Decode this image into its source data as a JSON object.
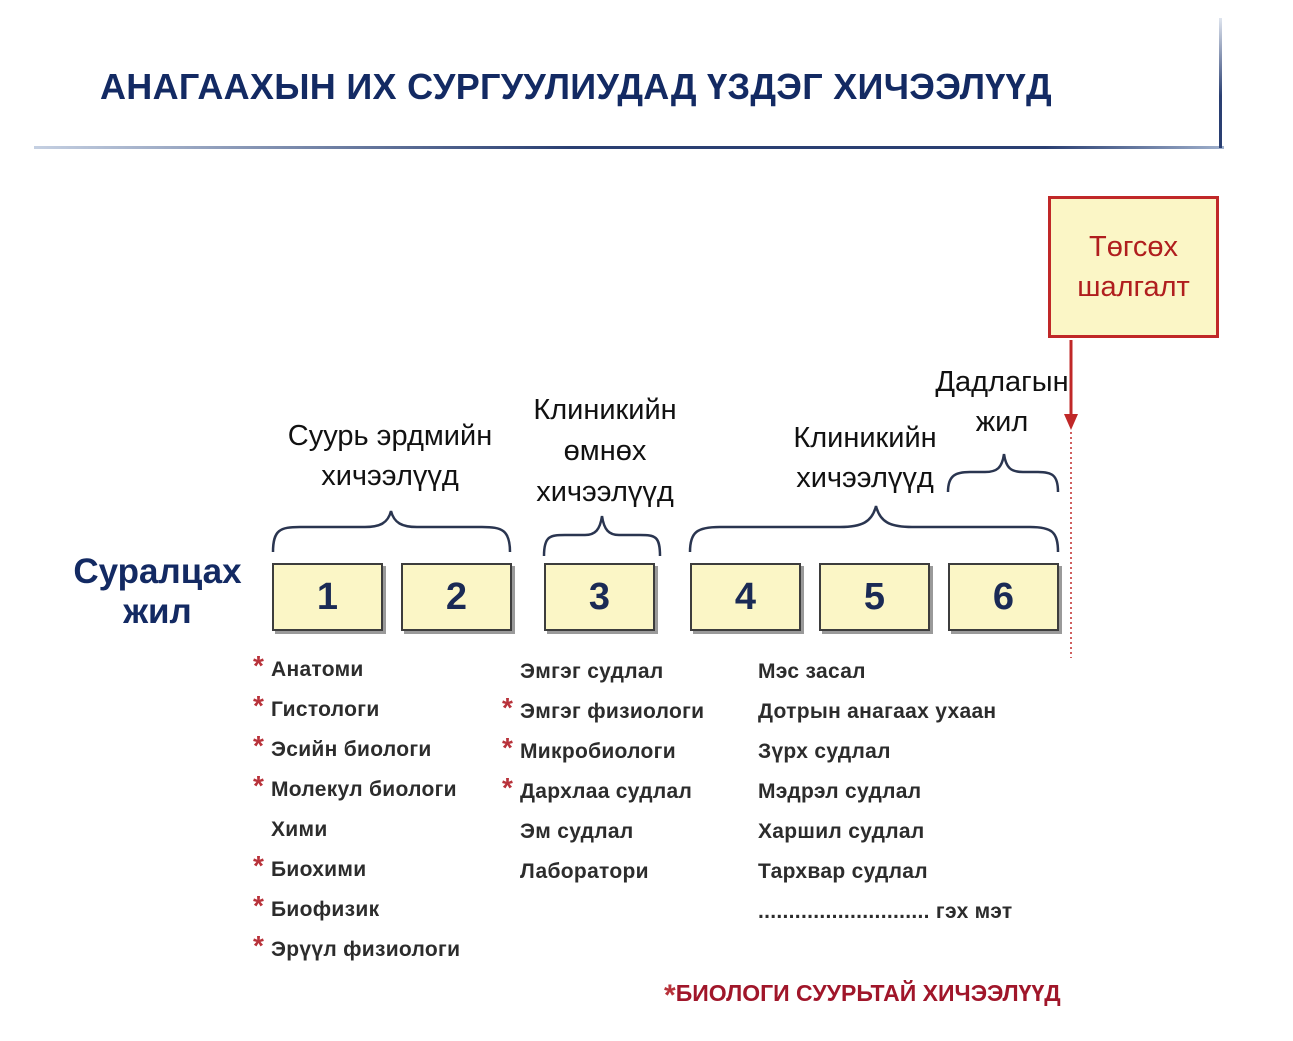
{
  "title": "АНАГААХЫН ИХ СУРГУУЛИУДАД ҮЗДЭГ ХИЧЭЭЛҮҮД",
  "year_label": [
    "Суралцах",
    "жил"
  ],
  "phases": {
    "basic": [
      "Суурь эрдмийн",
      "хичээлүүд"
    ],
    "preclinical": [
      "Клиникийн",
      "өмнөх",
      "хичээлүүд"
    ],
    "clinical": [
      "Клиникийн",
      "хичээлүүд"
    ],
    "practice": [
      "Дадлагын",
      "жил"
    ]
  },
  "exam": [
    "Төгсөх",
    "шалгалт"
  ],
  "years": [
    "1",
    "2",
    "3",
    "4",
    "5",
    "6"
  ],
  "courses": {
    "basic": [
      {
        "name": "Анатоми",
        "star": true
      },
      {
        "name": "Гистологи",
        "star": true
      },
      {
        "name": "Эсийн биологи",
        "star": true
      },
      {
        "name": "Молекул биологи",
        "star": true
      },
      {
        "name": "Хими",
        "star": false
      },
      {
        "name": "Биохими",
        "star": true
      },
      {
        "name": "Биофизик",
        "star": true
      },
      {
        "name": "Эрүүл физиологи",
        "star": true
      }
    ],
    "preclinical": [
      {
        "name": "Эмгэг судлал",
        "star": false
      },
      {
        "name": "Эмгэг физиологи",
        "star": true
      },
      {
        "name": "Микробиологи",
        "star": true
      },
      {
        "name": "Дархлаа судлал",
        "star": true
      },
      {
        "name": "Эм судлал",
        "star": false
      },
      {
        "name": "Лаборатори",
        "star": false
      }
    ],
    "clinical": [
      {
        "name": "Мэс засал",
        "star": false
      },
      {
        "name": "Дотрын анагаах ухаан",
        "star": false
      },
      {
        "name": "Зүрх судлал",
        "star": false
      },
      {
        "name": "Мэдрэл судлал",
        "star": false
      },
      {
        "name": "Харшил судлал",
        "star": false
      },
      {
        "name": "Тархвар судлал",
        "star": false
      },
      {
        "name": "............................  гэх мэт",
        "star": false
      }
    ]
  },
  "star_symbol": "*",
  "footnote": "БИОЛОГИ СУУРЬТАЙ ХИЧЭЭЛҮҮД",
  "colors": {
    "title": "#132a63",
    "box_fill": "#fbf6c6",
    "exam_border": "#c02828",
    "exam_text": "#b01e1e",
    "star": "#b8323a",
    "footnote": "#a0162a"
  }
}
